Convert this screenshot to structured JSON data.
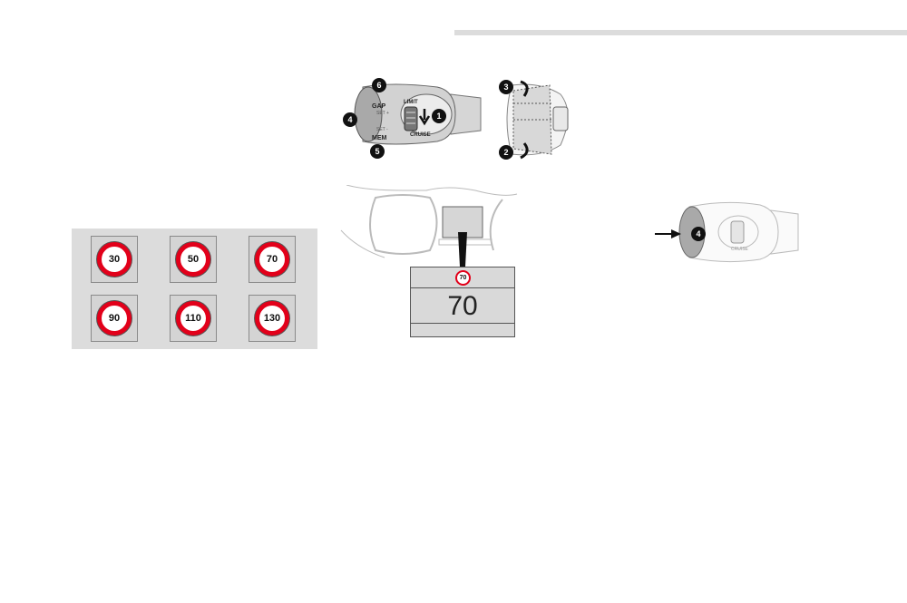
{
  "speed_signs": [
    "30",
    "50",
    "70",
    "90",
    "110",
    "130"
  ],
  "lever": {
    "callouts": [
      "1",
      "4",
      "5",
      "6"
    ],
    "labels": {
      "gap": "GAP",
      "mem": "MEM",
      "limit": "LIMIT",
      "cruise": "CRUISE",
      "set_plus": "SET +",
      "set_minus": "SET -"
    }
  },
  "wheel_callouts": [
    "3",
    "2"
  ],
  "display": {
    "sign_value": "70",
    "speed": "70"
  },
  "press_detail": {
    "callout": "4",
    "cruise_label": "CRUISE"
  },
  "colors": {
    "sign_red": "#e2001a",
    "panel_grey": "#dcdcdc",
    "tile_grey": "#d4d4d4"
  }
}
